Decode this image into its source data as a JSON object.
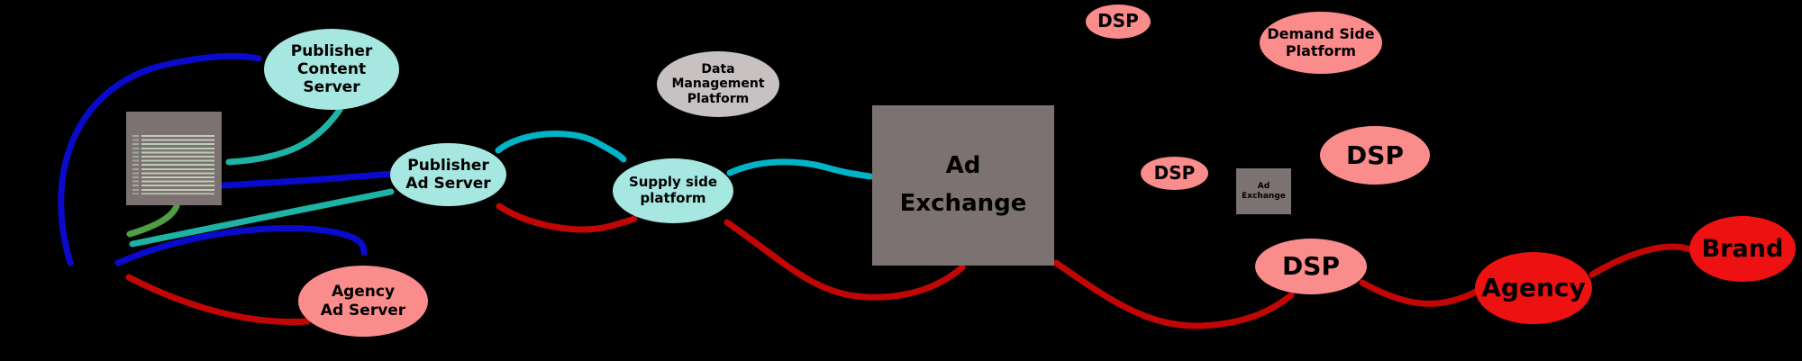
{
  "colors": {
    "background": "#000000",
    "blue": "#0a0acd",
    "teal": "#1eb3a4",
    "cyan": "#00b3c6",
    "green": "#4f9e44",
    "dark_red": "#c20606",
    "pale_cyan": "#a7e7e1",
    "salmon": "#fb8c8c",
    "bright_red": "#ee1111",
    "gray_box": "#7d7272",
    "light_gray": "#c8c1c1",
    "node_text": "#000000"
  },
  "nodes": {
    "publisher_content_server": {
      "label": "Publisher\nContent\nServer",
      "shape": "ellipse",
      "fill": "pale_cyan"
    },
    "publisher_ad_server": {
      "label": "Publisher\nAd Server",
      "shape": "ellipse",
      "fill": "pale_cyan"
    },
    "supply_side_platform": {
      "label": "Supply side\nplatform",
      "shape": "ellipse",
      "fill": "pale_cyan"
    },
    "data_management_platform": {
      "label": "Data\nManagement\nPlatform",
      "shape": "ellipse",
      "fill": "light_gray"
    },
    "ad_exchange_main": {
      "label": "Ad\nExchange",
      "shape": "rect",
      "fill": "gray_box"
    },
    "agency_ad_server": {
      "label": "Agency\nAd Server",
      "shape": "ellipse",
      "fill": "salmon"
    },
    "dsp_top": {
      "label": "DSP",
      "shape": "ellipse",
      "fill": "salmon"
    },
    "demand_side_platform": {
      "label": "Demand Side\nPlatform",
      "shape": "ellipse",
      "fill": "salmon"
    },
    "dsp_mid_small": {
      "label": "DSP",
      "shape": "ellipse",
      "fill": "salmon"
    },
    "ad_exchange_small": {
      "label": "Ad\nExchange",
      "shape": "rect",
      "fill": "gray_box"
    },
    "dsp_right_large": {
      "label": "DSP",
      "shape": "ellipse",
      "fill": "salmon"
    },
    "dsp_bottom": {
      "label": "DSP",
      "shape": "ellipse",
      "fill": "salmon"
    },
    "agency": {
      "label": "Agency",
      "shape": "ellipse",
      "fill": "bright_red"
    },
    "brand": {
      "label": "Brand",
      "shape": "ellipse",
      "fill": "bright_red"
    },
    "code_box": {
      "label": "",
      "shape": "rect",
      "fill": "gray_box",
      "note": "illegible tiny code/text lines with line numbers"
    }
  },
  "edges": [
    {
      "from": "left-junction",
      "to": "publisher_content_server",
      "color": "blue"
    },
    {
      "from": "publisher_content_server",
      "to": "code_box",
      "color": "teal"
    },
    {
      "from": "code_box",
      "to": "publisher_ad_server",
      "color": "blue"
    },
    {
      "from": "left-junction",
      "to": "publisher_ad_server",
      "color": "teal"
    },
    {
      "from": "left-junction",
      "to": "agency_ad_server",
      "color": "blue"
    },
    {
      "from": "left-junction",
      "to": "agency_ad_server",
      "color": "dark_red"
    },
    {
      "from": "left-junction",
      "to": "code_box",
      "color": "green"
    },
    {
      "from": "publisher_ad_server",
      "to": "supply_side_platform",
      "color": "cyan"
    },
    {
      "from": "publisher_ad_server",
      "to": "supply_side_platform",
      "color": "dark_red"
    },
    {
      "from": "supply_side_platform",
      "to": "ad_exchange_main",
      "color": "cyan"
    },
    {
      "from": "supply_side_platform",
      "to": "ad_exchange_main",
      "color": "dark_red"
    },
    {
      "from": "ad_exchange_main",
      "to": "dsp_bottom",
      "color": "dark_red"
    },
    {
      "from": "dsp_bottom",
      "to": "agency",
      "color": "dark_red"
    },
    {
      "from": "agency",
      "to": "brand",
      "color": "dark_red"
    }
  ]
}
